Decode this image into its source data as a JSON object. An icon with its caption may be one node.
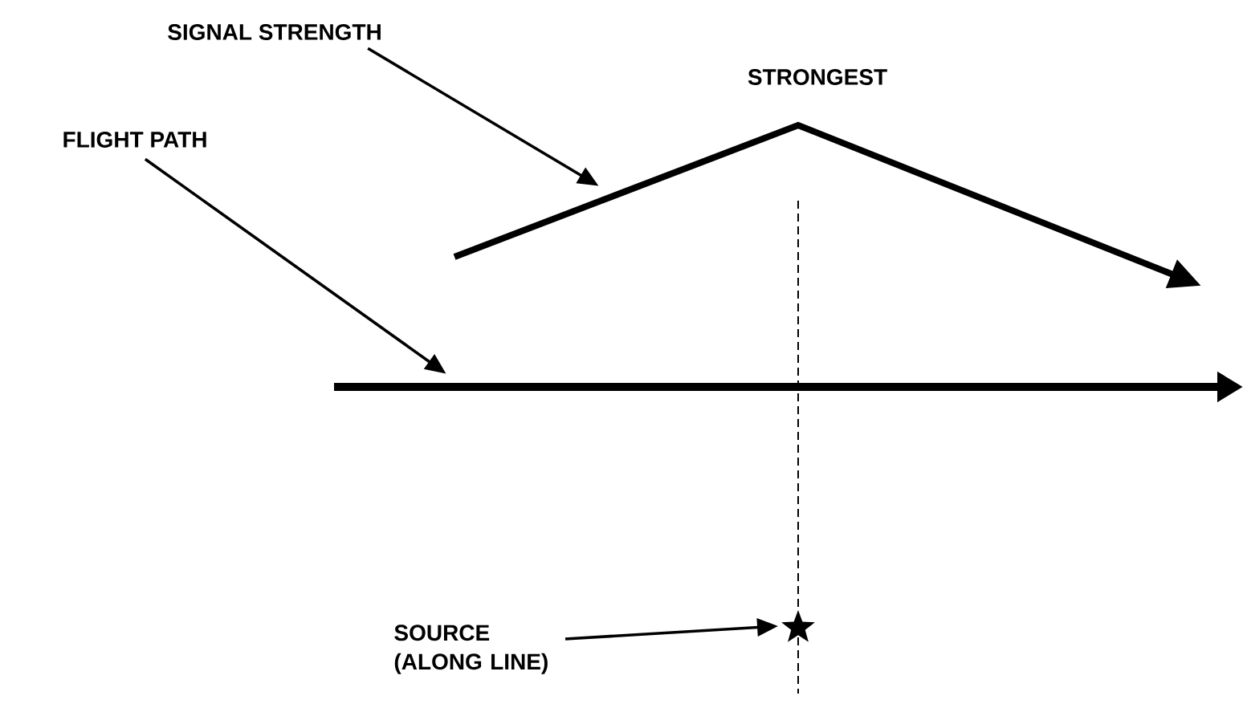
{
  "diagram": {
    "nodes": [
      {
        "text": [
          "SIGNAL STRENGTH"
        ]
      },
      {
        "text": [
          "FLIGHT PATH"
        ]
      },
      {
        "text": [],
        "shape": "line"
      },
      {
        "text": [],
        "shape": "line"
      },
      {
        "text": [
          "SOURCE (ALONG LINE)"
        ]
      },
      {
        "text": [],
        "shape": "star"
      }
    ],
    "edges": [
      {
        "from": 0,
        "to": 2,
        "arrow": "to"
      },
      {
        "from": 1,
        "to": 3,
        "arrow": "to"
      },
      {
        "from": 4,
        "to": 5,
        "arrow": "to"
      }
    ],
    "labels": [
      "STRONGEST"
    ]
  }
}
